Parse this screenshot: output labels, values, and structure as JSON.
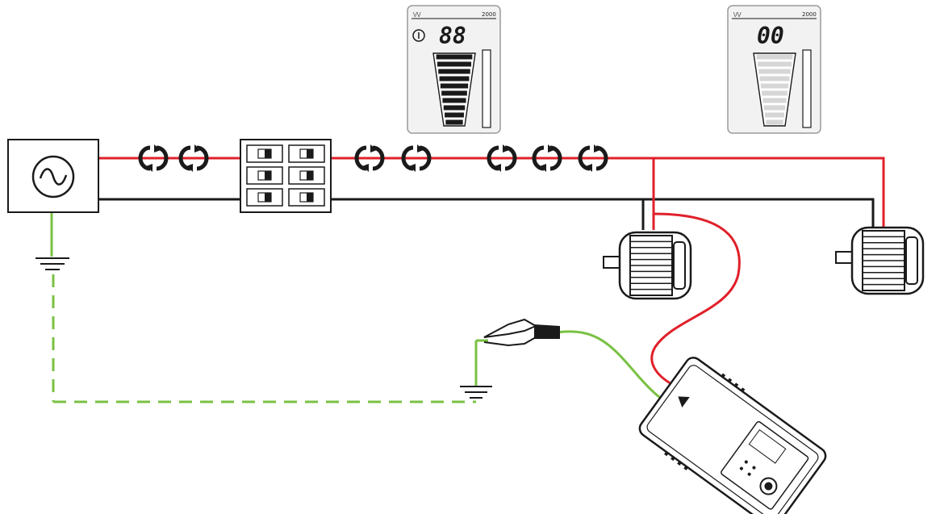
{
  "colors": {
    "live_wire": "#e0202a",
    "neutral_wire": "#1a1a1a",
    "earth_wire": "#7ac143",
    "outline": "#1a1a1a",
    "display_bg": "#f2f2f2"
  },
  "icons": {
    "ac_source": "sine-wave-icon",
    "breaker_panel": "circuit-breaker-icon",
    "motor": "motor-icon",
    "ground": "ground-symbol-icon",
    "clamp": "alligator-clip-icon",
    "signal": "signal-direction-icon",
    "transmitter": "transmitter-device-icon"
  },
  "receiver_left": {
    "signal_label": "\\/\\/",
    "range_label": "2000",
    "reading": "88",
    "bar_level": 1.0
  },
  "receiver_right": {
    "signal_label": "\\/\\/",
    "range_label": "2000",
    "reading": "00",
    "bar_level": 0.0
  }
}
